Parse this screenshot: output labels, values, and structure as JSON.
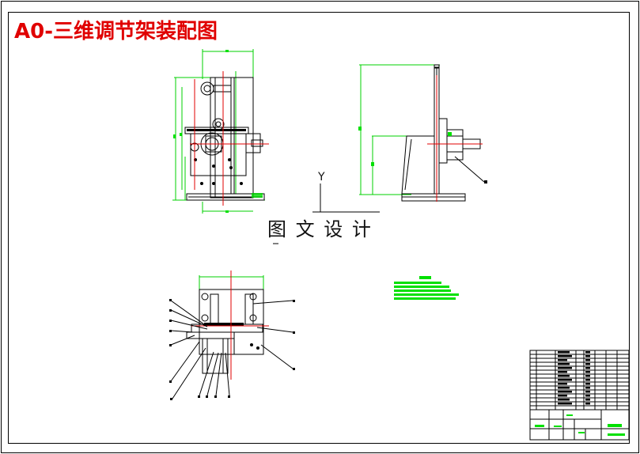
{
  "drawing": {
    "title": "A0-三维调节架装配图",
    "watermark": "图 文 设 计",
    "axis_label": "Y"
  },
  "colors": {
    "title": "#e00000",
    "dimension": "#00d000",
    "centerline": "#e00000",
    "geometry": "#000000"
  }
}
